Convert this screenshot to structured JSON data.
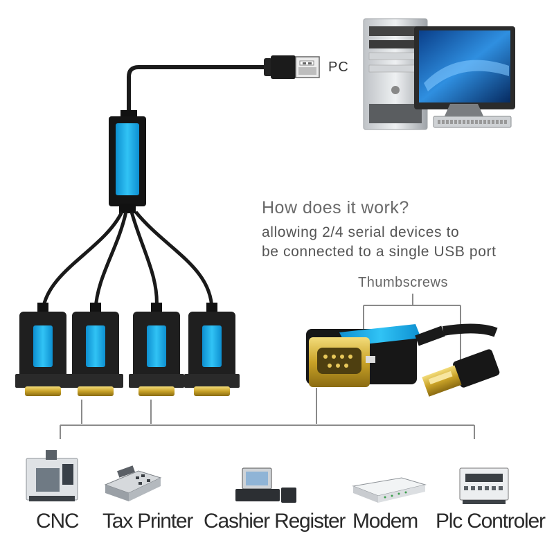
{
  "pc_label": "PC",
  "heading": "How does it work?",
  "description_line1": "allowing 2/4 serial devices to",
  "description_line2": "be connected to a single USB port",
  "thumbscrews_label": "Thumbscrews",
  "devices": [
    {
      "label": "CNC",
      "icon": "cnc-machine-icon"
    },
    {
      "label": "Tax Printer",
      "icon": "tax-printer-icon"
    },
    {
      "label": "Cashier Register",
      "icon": "cash-register-icon"
    },
    {
      "label": "Modem",
      "icon": "modem-icon"
    },
    {
      "label": "Plc Controler",
      "icon": "plc-controller-icon"
    }
  ],
  "colors": {
    "cable": "#1a1a1a",
    "accent_blue": "#1aa7e0",
    "gold": "#c9a227",
    "text": "#2a2a2a"
  }
}
